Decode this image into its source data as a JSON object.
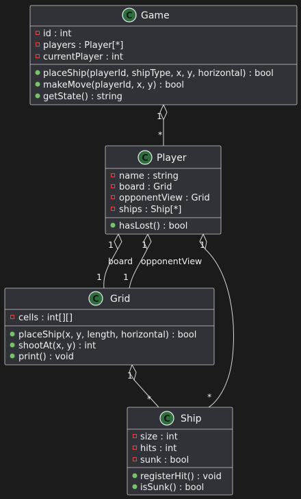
{
  "classes": {
    "game": {
      "stereotype": "C",
      "name": "Game",
      "attributes": [
        {
          "vis": "private",
          "text": "id : int"
        },
        {
          "vis": "private",
          "text": "players : Player[*]"
        },
        {
          "vis": "private",
          "text": "currentPlayer : int"
        }
      ],
      "methods": [
        {
          "vis": "public",
          "text": "placeShip(playerId, shipType, x, y, horizontal) : bool"
        },
        {
          "vis": "public",
          "text": "makeMove(playerId, x, y) : bool"
        },
        {
          "vis": "public",
          "text": "getState() : string"
        }
      ]
    },
    "player": {
      "stereotype": "C",
      "name": "Player",
      "attributes": [
        {
          "vis": "private",
          "text": "name : string"
        },
        {
          "vis": "private",
          "text": "board : Grid"
        },
        {
          "vis": "private",
          "text": "opponentView : Grid"
        },
        {
          "vis": "private",
          "text": "ships : Ship[*]"
        }
      ],
      "methods": [
        {
          "vis": "public",
          "text": "hasLost() : bool"
        }
      ]
    },
    "grid": {
      "stereotype": "C",
      "name": "Grid",
      "attributes": [
        {
          "vis": "private",
          "text": "cells : int[][]"
        }
      ],
      "methods": [
        {
          "vis": "public",
          "text": "placeShip(x, y, length, horizontal) : bool"
        },
        {
          "vis": "public",
          "text": "shootAt(x, y) : int"
        },
        {
          "vis": "public",
          "text": "print() : void"
        }
      ]
    },
    "ship": {
      "stereotype": "C",
      "name": "Ship",
      "attributes": [
        {
          "vis": "private",
          "text": "size : int"
        },
        {
          "vis": "private",
          "text": "hits : int"
        },
        {
          "vis": "private",
          "text": "sunk : bool"
        }
      ],
      "methods": [
        {
          "vis": "public",
          "text": "registerHit() : void"
        },
        {
          "vis": "public",
          "text": "isSunk() : bool"
        }
      ]
    }
  },
  "relations": [
    {
      "from": "Game",
      "to": "Player",
      "type": "aggregation",
      "from_mult": "1",
      "to_mult": "*",
      "label": ""
    },
    {
      "from": "Player",
      "to": "Grid",
      "type": "aggregation",
      "from_mult": "1",
      "to_mult": "1",
      "label": "board"
    },
    {
      "from": "Player",
      "to": "Grid",
      "type": "aggregation",
      "from_mult": "1",
      "to_mult": "1",
      "label": "opponentView"
    },
    {
      "from": "Player",
      "to": "Ship",
      "type": "aggregation",
      "from_mult": "1",
      "to_mult": "*",
      "label": ""
    },
    {
      "from": "Grid",
      "to": "Ship",
      "type": "aggregation",
      "from_mult": "1",
      "to_mult": "*",
      "label": ""
    }
  ],
  "colors": {
    "background": "#1b1b1c",
    "class_fill": "#313238",
    "stereotype_circle": "#2f6d3f",
    "private_marker": "#d94848",
    "public_marker": "#7ac36a"
  }
}
